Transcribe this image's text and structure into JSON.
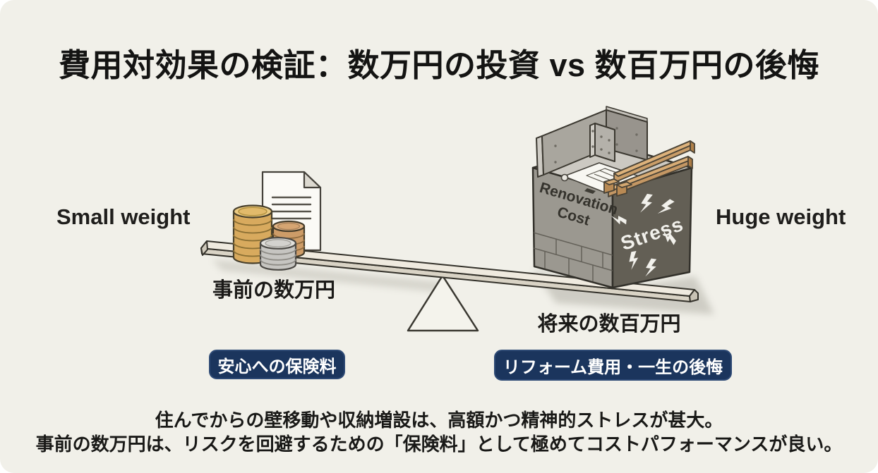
{
  "title": "費用対効果の検証：数万円の投資 vs 数百万円の後悔",
  "scale": {
    "left_weight_label": "Small weight",
    "right_weight_label": "Huge weight",
    "left_item_label": "事前の数万円",
    "right_item_label": "将来の数百万円",
    "left_badge": "安心への保険料",
    "right_badge": "リフォーム費用・一生の後悔",
    "block_front_label": "Renovation Cost",
    "block_side_label": "Stress"
  },
  "footer": {
    "line1": "住んでからの壁移動や収納増設は、高額かつ精神的ストレスが甚大。",
    "line2": "事前の数万円は、リスクを回避するための「保険料」として極めてコストパフォーマンスが良い。"
  },
  "icons": {
    "left_pan": "coin-stacks-and-document-icon",
    "right_pan": "renovation-concrete-block-icon",
    "balance": "seesaw-balance-icon",
    "stress_marks": "lightning-bolt-icon"
  },
  "colors": {
    "background": "#f1f0e9",
    "badge_navy": "#1b355d",
    "text_dark": "#1d1c1a",
    "coin_gold": "#d8aa5e",
    "coin_silver": "#c6c5c1",
    "coin_bronze": "#cd9c68",
    "block_gray_light": "#9b9890",
    "block_gray_dark": "#635f55",
    "wood": "#c99d68",
    "plank": "#efeadf"
  }
}
